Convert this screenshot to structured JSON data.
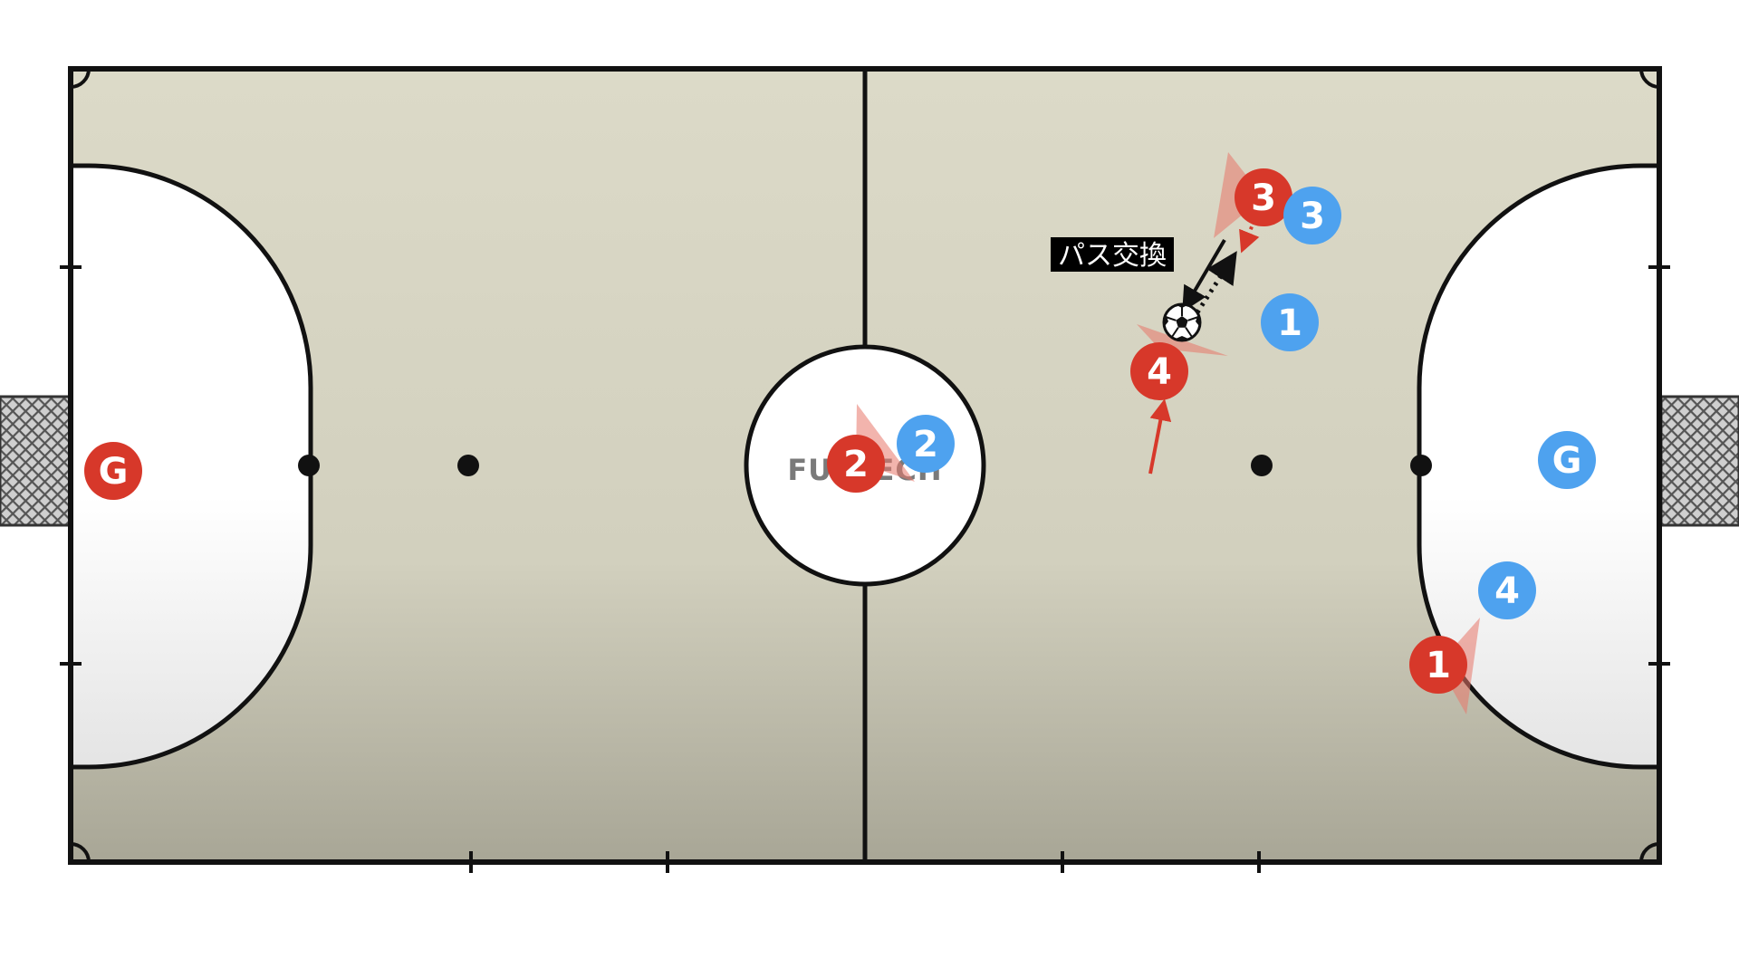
{
  "watermark": "FUTTECH",
  "annotation": {
    "text": "パス交換"
  },
  "colors": {
    "court": "#d9d7c5",
    "court_bottom": "#a9a797",
    "line": "#111111",
    "red_team": "#d7382a",
    "blue_team": "#4ea2ef",
    "area_fill": "#ffffff"
  },
  "players": {
    "red": [
      {
        "label": "G"
      },
      {
        "label": "2"
      },
      {
        "label": "3"
      },
      {
        "label": "4"
      },
      {
        "label": "1"
      }
    ],
    "blue": [
      {
        "label": "G"
      },
      {
        "label": "2"
      },
      {
        "label": "3"
      },
      {
        "label": "1"
      },
      {
        "label": "4"
      }
    ]
  },
  "icons": {
    "ball": "soccer-ball-icon"
  }
}
